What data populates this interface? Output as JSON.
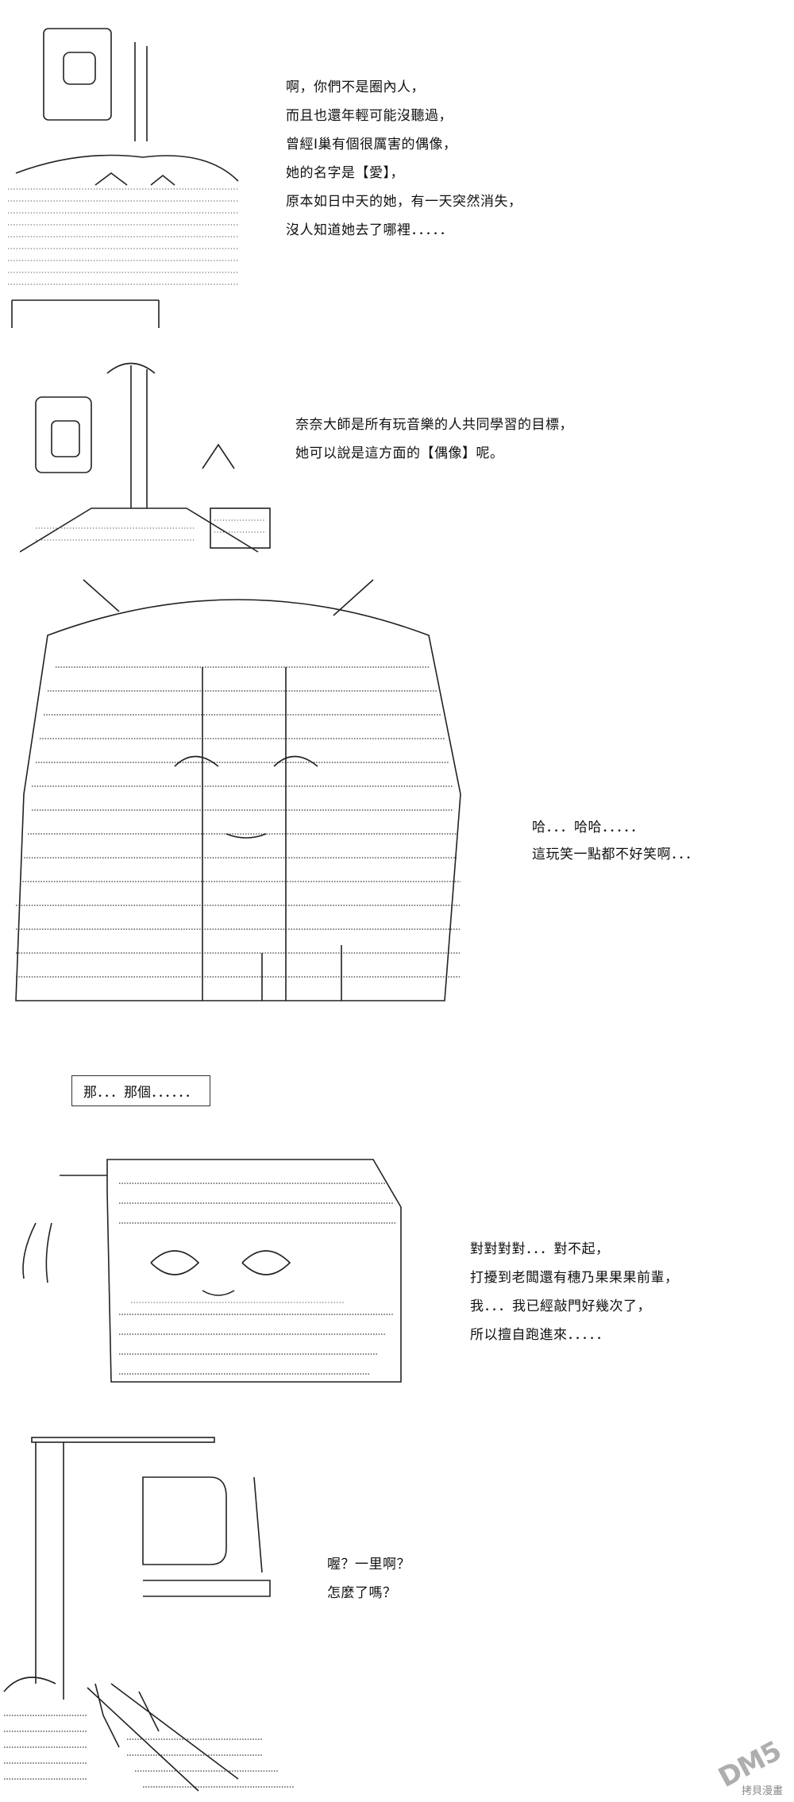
{
  "panels": [
    {
      "lines": [
        "啊，你們不是圈內人，",
        "而且也還年輕可能沒聽過，",
        "曾經I巢有個很厲害的偶像，",
        "她的名字是【愛】，",
        "原本如日中天的她，有一天突然消失，",
        "沒人知道她去了哪裡．．．．．"
      ]
    },
    {
      "lines": [
        "奈奈大師是所有玩音樂的人共同學習的目標，",
        "她可以說是這方面的【偶像】呢。"
      ]
    },
    {
      "lines": [
        "哈．．．哈哈．．．．．",
        "這玩笑一點都不好笑啊．．．"
      ]
    },
    {
      "box": "那．．．那個．．．．．．"
    },
    {
      "lines": [
        "對對對對．．．對不起，",
        "打擾到老闆還有穗乃果果果前輩，",
        "我．．．我已經敲門好幾次了，",
        "所以擅自跑進來．．．．．"
      ]
    },
    {
      "lines": [
        "喔？一里啊？",
        "怎麼了嗎？"
      ]
    }
  ],
  "watermark": {
    "logo": "DM5",
    "text": "拷貝漫畫"
  }
}
